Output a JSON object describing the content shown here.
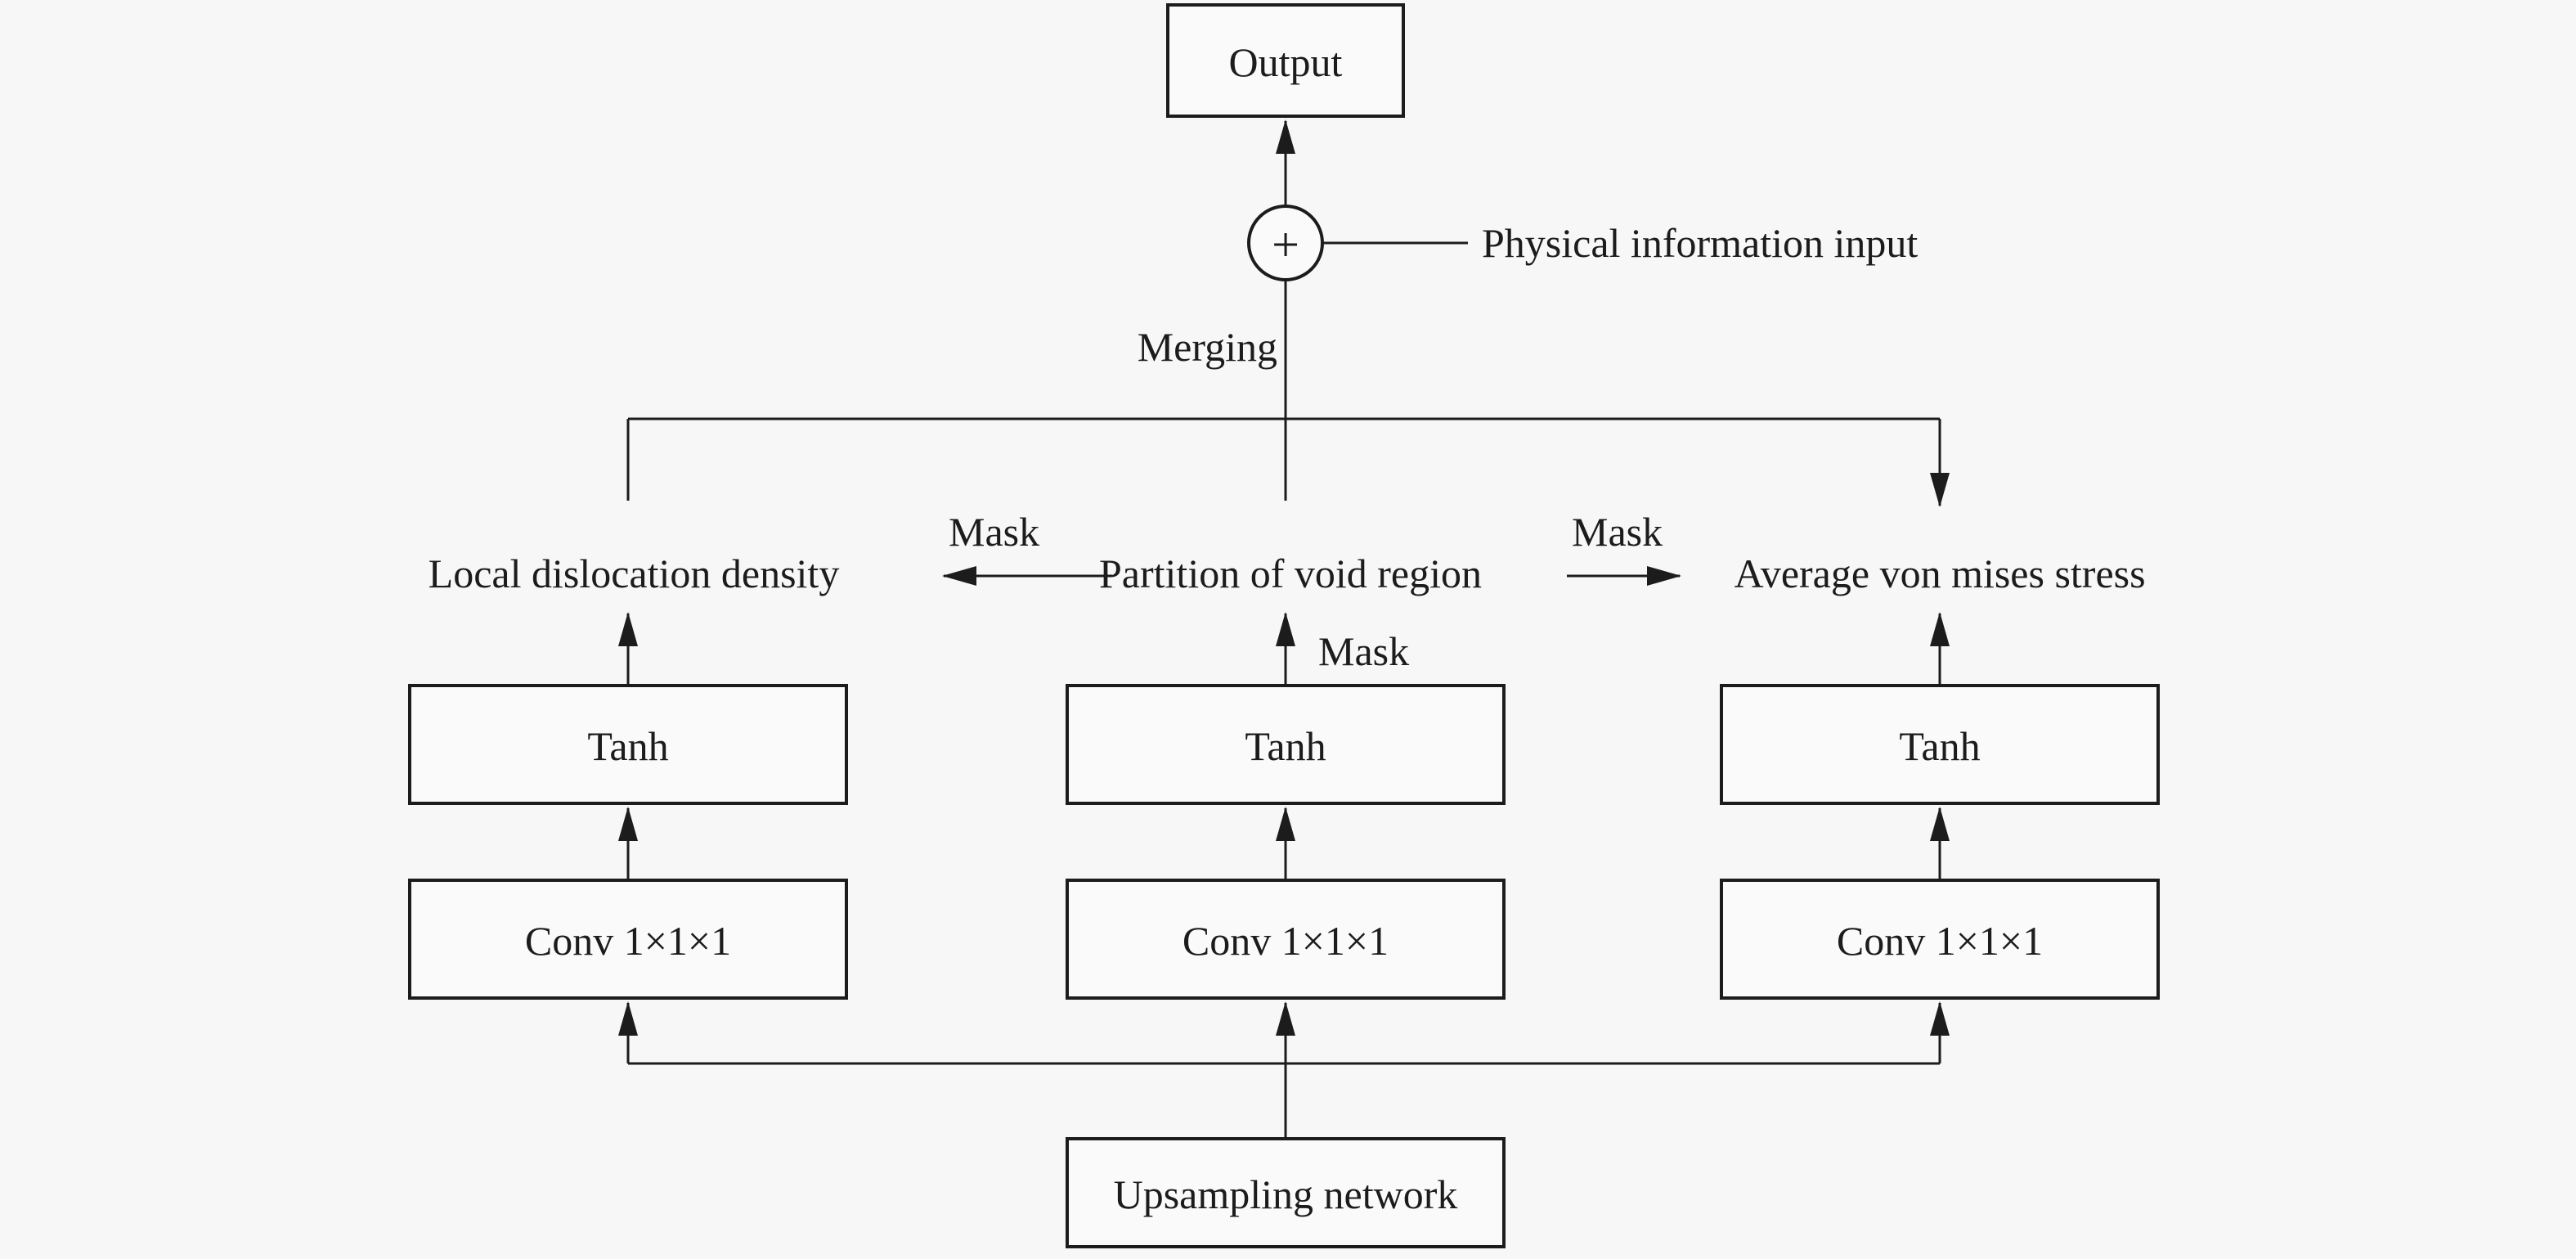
{
  "colors": {
    "background": "#f7f7f8",
    "box_fill": "#fafafa",
    "ink": "#1c1c1c"
  },
  "nodes": {
    "output": "Output",
    "tanh": "Tanh",
    "conv": "Conv 1×1×1",
    "upsampling": "Upsampling network"
  },
  "labels": {
    "plus": "+",
    "physical_input": "Physical information input",
    "merging": "Merging",
    "mask": "Mask",
    "local_dislocation": "Local dislocation density",
    "partition_void": "Partition of void region",
    "avg_von_mises": "Average von mises stress"
  }
}
